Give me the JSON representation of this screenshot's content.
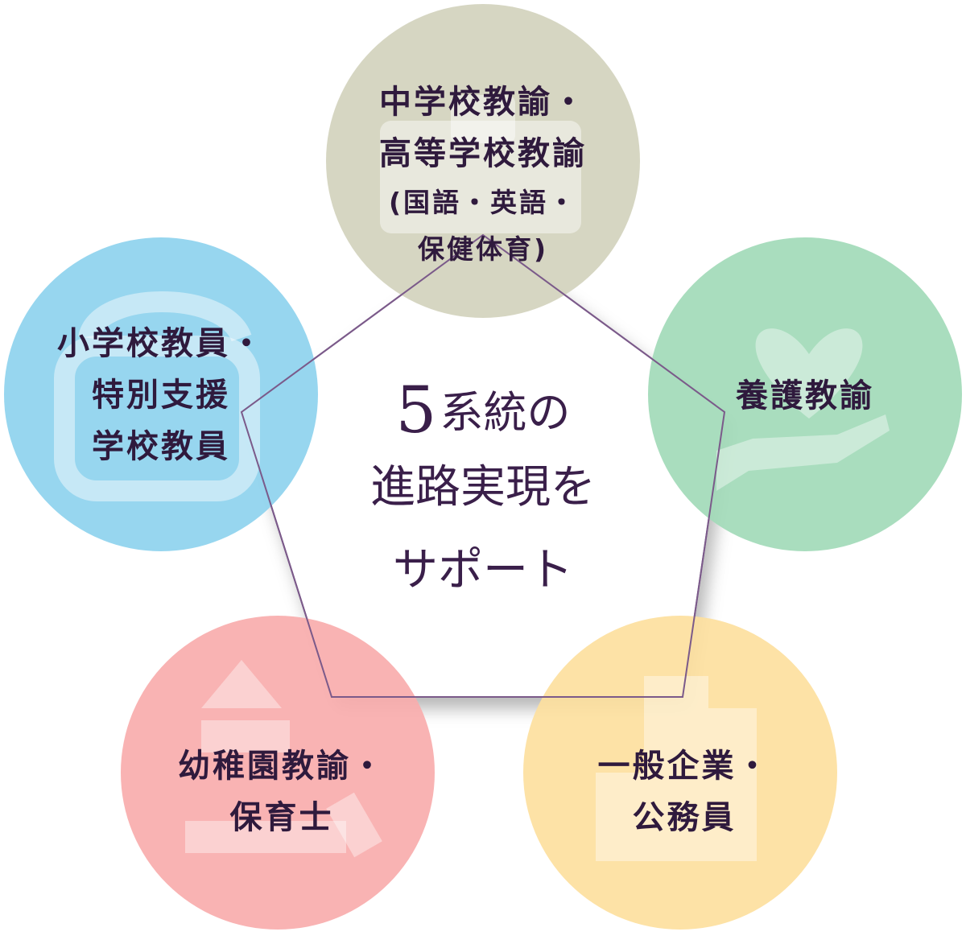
{
  "center": {
    "number": "5",
    "line1": "系統の",
    "line2": "進路実現を",
    "line3": "サポート"
  },
  "nodes": {
    "top": {
      "line1": "中学校教諭・",
      "line2": "高等学校教諭",
      "line3": "(国語・英語・",
      "line4": "保健体育)",
      "color": "#d3d2bd",
      "icon": "school-building-icon"
    },
    "right": {
      "line1": "養護教諭",
      "color": "#a2dab8",
      "icon": "heart-in-hand-icon"
    },
    "left": {
      "line1": "小学校教員・",
      "line2": "特別支援",
      "line3": "学校教員",
      "color": "#8ed3ee",
      "icon": "school-bag-icon"
    },
    "bottom_left": {
      "line1": "幼稚園教諭・",
      "line2": "保育士",
      "color": "#f8adad",
      "icon": "toy-blocks-icon"
    },
    "bottom_right": {
      "line1": "一般企業・",
      "line2": "公務員",
      "color": "#fde09e",
      "icon": "office-building-icon"
    }
  },
  "colors": {
    "pentagon_stroke": "#7b5a8a",
    "text": "#2f1a3d",
    "center_text": "#3a1f4a"
  }
}
